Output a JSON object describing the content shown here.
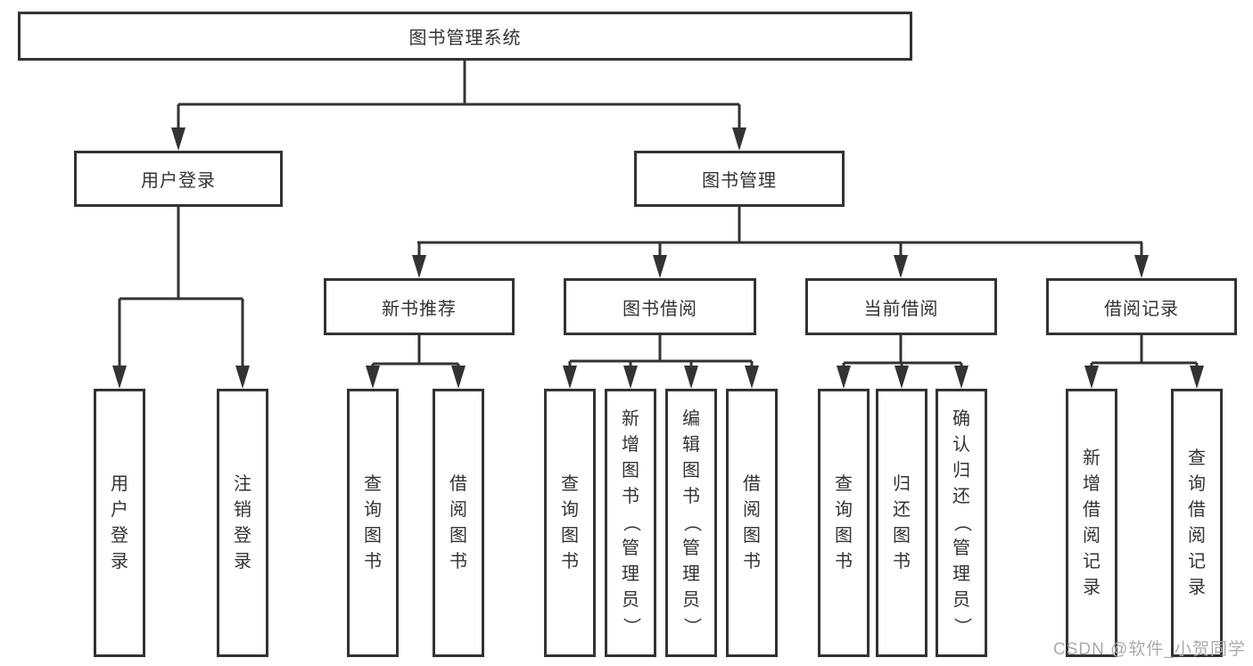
{
  "page": {
    "background": "#ffffff"
  },
  "colors": {
    "line": "#333333",
    "box_border": "#333333",
    "text": "#333333",
    "watermark": "#ababab"
  },
  "nodes": {
    "root": {
      "label": "图书管理系统"
    },
    "userLogin": {
      "label": "用户登录"
    },
    "bookManagement": {
      "label": "图书管理"
    },
    "newBookRecommend": {
      "label": "新书推荐"
    },
    "bookBorrow": {
      "label": "图书借阅"
    },
    "currentBorrow": {
      "label": "当前借阅"
    },
    "borrowRecords": {
      "label": "借阅记录"
    },
    "leafUserLogin": {
      "label": "用户登录"
    },
    "leafLogout": {
      "label": "注销登录"
    },
    "leafNbrQuery": {
      "label": "查询图书"
    },
    "leafNbrBorrow": {
      "label": "借阅图书"
    },
    "leafBbQuery": {
      "label": "查询图书"
    },
    "leafBbAdd": {
      "label": "新增图书（管理员）"
    },
    "leafBbEdit": {
      "label": "编辑图书（管理员）"
    },
    "leafBbBorrow": {
      "label": "借阅图书"
    },
    "leafCbQuery": {
      "label": "查询图书"
    },
    "leafCbReturn": {
      "label": "归还图书"
    },
    "leafCbConfirm": {
      "label": "确认归还（管理员）"
    },
    "leafBrAdd": {
      "label": "新增借阅记录"
    },
    "leafBrQuery": {
      "label": "查询借阅记录"
    }
  },
  "edges": [
    {
      "from": "图书管理系统",
      "to": "用户登录"
    },
    {
      "from": "图书管理系统",
      "to": "图书管理"
    },
    {
      "from": "用户登录",
      "to": "用户登录"
    },
    {
      "from": "用户登录",
      "to": "注销登录"
    },
    {
      "from": "图书管理",
      "to": "新书推荐"
    },
    {
      "from": "图书管理",
      "to": "图书借阅"
    },
    {
      "from": "图书管理",
      "to": "当前借阅"
    },
    {
      "from": "图书管理",
      "to": "借阅记录"
    },
    {
      "from": "新书推荐",
      "to": "查询图书"
    },
    {
      "from": "新书推荐",
      "to": "借阅图书"
    },
    {
      "from": "图书借阅",
      "to": "查询图书"
    },
    {
      "from": "图书借阅",
      "to": "新增图书（管理员）"
    },
    {
      "from": "图书借阅",
      "to": "编辑图书（管理员）"
    },
    {
      "from": "图书借阅",
      "to": "借阅图书"
    },
    {
      "from": "当前借阅",
      "to": "查询图书"
    },
    {
      "from": "当前借阅",
      "to": "归还图书"
    },
    {
      "from": "当前借阅",
      "to": "确认归还（管理员）"
    },
    {
      "from": "借阅记录",
      "to": "新增借阅记录"
    },
    {
      "from": "借阅记录",
      "to": "查询借阅记录"
    }
  ],
  "watermark": {
    "text": "CSDN @软件_小贺同学"
  }
}
